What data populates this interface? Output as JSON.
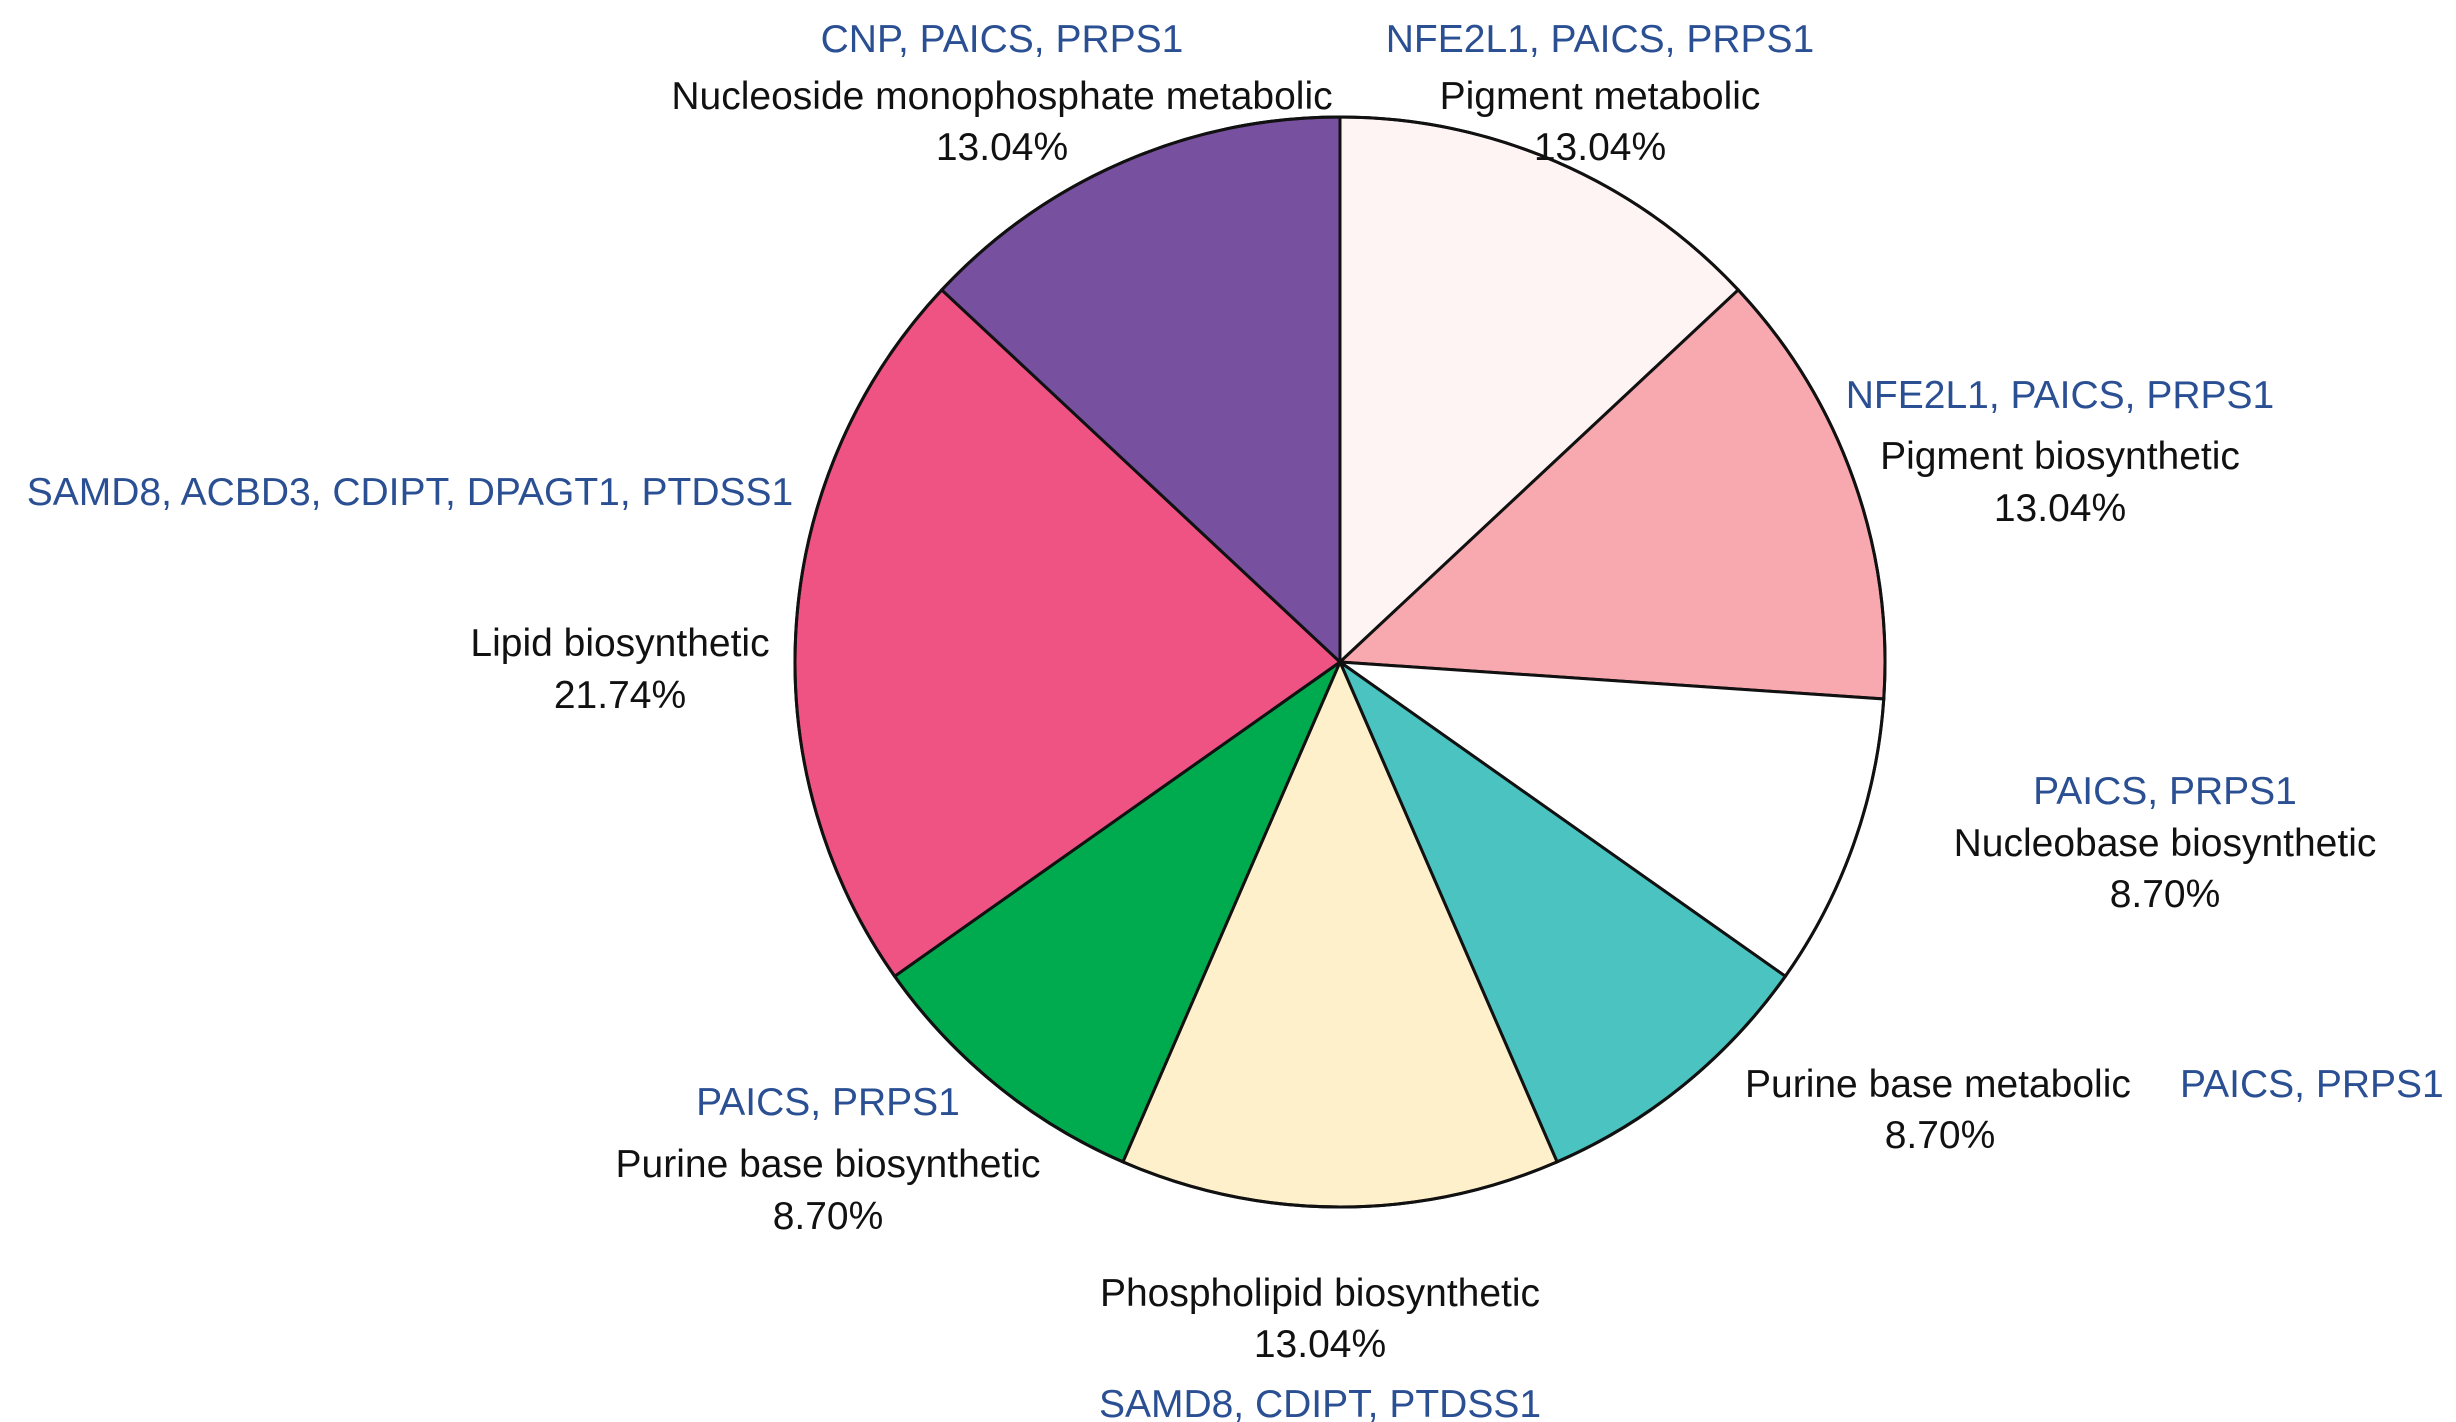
{
  "chart_data": {
    "type": "pie",
    "title": "",
    "start_angle_deg": 0,
    "direction": "clockwise",
    "gene_color": "#2B4F93",
    "label_color": "#111111",
    "outline_color": "#111111",
    "slices": [
      {
        "id": "pigment-metabolic",
        "label": "Pigment metabolic",
        "percent_label": "13.04%",
        "value": 13.04,
        "genes": "NFE2L1, PAICS, PRPS1",
        "color": "#FFF4F4"
      },
      {
        "id": "pigment-biosynthetic",
        "label": "Pigment biosynthetic",
        "percent_label": "13.04%",
        "value": 13.04,
        "genes": "NFE2L1, PAICS, PRPS1",
        "color": "#F7A9AF"
      },
      {
        "id": "nucleobase-biosynthetic",
        "label": "Nucleobase biosynthetic",
        "percent_label": "8.70%",
        "value": 8.7,
        "genes": "PAICS, PRPS1",
        "color": "#FFFFFF"
      },
      {
        "id": "purine-base-metabolic",
        "label": "Purine base metabolic",
        "percent_label": "8.70%",
        "value": 8.7,
        "genes": "PAICS, PRPS1",
        "color": "#4BC3C0"
      },
      {
        "id": "phospholipid-biosynthetic",
        "label": "Phospholipid biosynthetic",
        "percent_label": "13.04%",
        "value": 13.04,
        "genes": "SAMD8, CDIPT, PTDSS1",
        "color": "#FFF0CC"
      },
      {
        "id": "purine-base-biosynthetic",
        "label": "Purine base biosynthetic",
        "percent_label": "8.70%",
        "value": 8.7,
        "genes": "PAICS, PRPS1",
        "color": "#00AB4F"
      },
      {
        "id": "lipid-biosynthetic",
        "label": "Lipid biosynthetic",
        "percent_label": "21.74%",
        "value": 21.74,
        "genes": "SAMD8, ACBD3, CDIPT, DPAGT1, PTDSS1",
        "color": "#EE5383"
      },
      {
        "id": "nucleoside-monophosphate-metabolic",
        "label": "Nucleoside monophosphate metabolic",
        "percent_label": "13.04%",
        "value": 13.04,
        "genes": "CNP, PAICS, PRPS1",
        "color": "#7751A0"
      }
    ]
  }
}
